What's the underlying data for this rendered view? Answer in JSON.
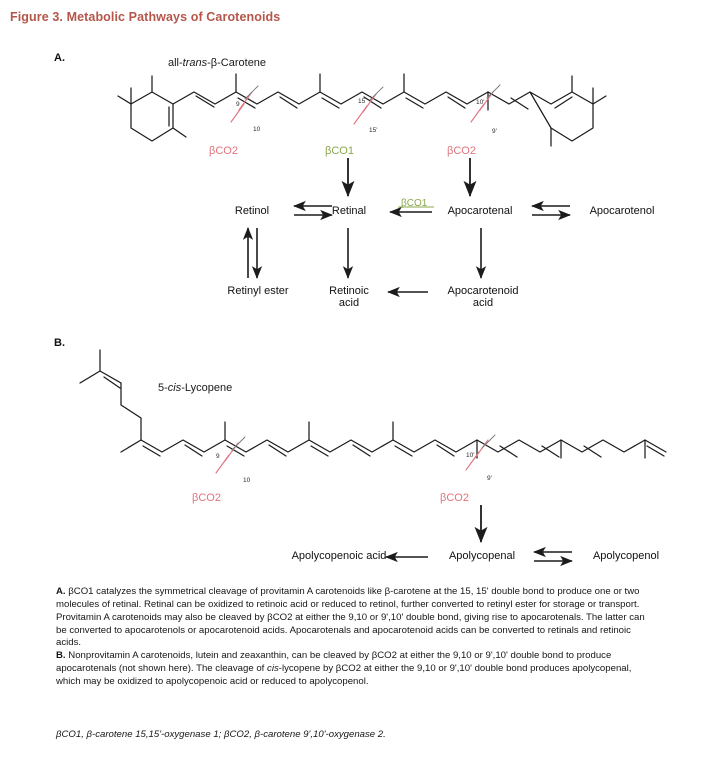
{
  "figure": {
    "title": "Figure 3. Metabolic Pathways of Carotenoids",
    "title_color": "#b5564b"
  },
  "panels": {
    "a": {
      "letter": "A.",
      "molecule_name_html": "all-<i>trans</i>-β-Carotene"
    },
    "b": {
      "letter": "B.",
      "molecule_name_html": "5-<i>cis</i>-Lycopene"
    }
  },
  "enzymes": {
    "bco1": "βCO1",
    "bco2": "βCO2",
    "bco1_color": "#8aa84b",
    "bco2_color": "#e0737d"
  },
  "cleavage_labels": {
    "a": [
      {
        "id": "a-9",
        "text": "9"
      },
      {
        "id": "a-10",
        "text": "10"
      },
      {
        "id": "a-15",
        "text": "15"
      },
      {
        "id": "a-15p",
        "text": "15'"
      },
      {
        "id": "a-10p",
        "text": "10'"
      },
      {
        "id": "a-9p",
        "text": "9'"
      }
    ],
    "b": [
      {
        "id": "b-9",
        "text": "9"
      },
      {
        "id": "b-10",
        "text": "10"
      },
      {
        "id": "b-10p",
        "text": "10'"
      },
      {
        "id": "b-9p",
        "text": "9'"
      }
    ]
  },
  "pathway_a": {
    "enzyme_on_arrow": "βCO1",
    "nodes": [
      {
        "id": "retinol",
        "label": "Retinol"
      },
      {
        "id": "retinal",
        "label": "Retinal"
      },
      {
        "id": "apocarotenal",
        "label": "Apocarotenal"
      },
      {
        "id": "apocarotenol",
        "label": "Apocarotenol"
      },
      {
        "id": "retinyl-ester",
        "label": "Retinyl ester"
      },
      {
        "id": "retinoic-acid",
        "label": "Retinoic\nacid"
      },
      {
        "id": "apocarotenoid-acid",
        "label": "Apocarotenoid\nacid"
      }
    ]
  },
  "pathway_b": {
    "nodes": [
      {
        "id": "apolycopenoic-acid",
        "label": "Apolycopenoic acid"
      },
      {
        "id": "apolycopenal",
        "label": "Apolycopenal"
      },
      {
        "id": "apolycopenol",
        "label": "Apolycopenol"
      }
    ]
  },
  "caption": {
    "part_a_html": "<b>A.</b> βCO1 catalyzes the symmetrical cleavage of provitamin A carotenoids like β-carotene at the 15, 15' double bond to produce one or two molecules of retinal. Retinal can be oxidized to retinoic acid or reduced to retinol, further converted to retinyl ester for storage or transport. Provitamin A carotenoids may also be cleaved by βCO2 at either the 9,10 or 9',10' double bond, giving rise to apocarotenals. The latter can be converted to apocarotenols or apocarotenoid acids. Apocarotenals and apocarotenoid acids can be converted to retinals and retinoic acids.",
    "part_b_html": "<b>B.</b> Nonprovitamin A carotenoids, lutein and zeaxanthin, can be cleaved by βCO2 at either the 9,10 or 9',10' double bond to produce apocarotenals (not shown here). The cleavage of <i>cis</i>-lycopene by βCO2 at either the 9,10 or 9',10' double bond produces apolycopenal, which may be oxidized to apolycopenoic acid or reduced to apolycopenol.",
    "abbreviations_html": "βCO1, β-carotene 15,15'-oxygenase 1; βCO2, β-carotene 9',10'-oxygenase 2."
  }
}
